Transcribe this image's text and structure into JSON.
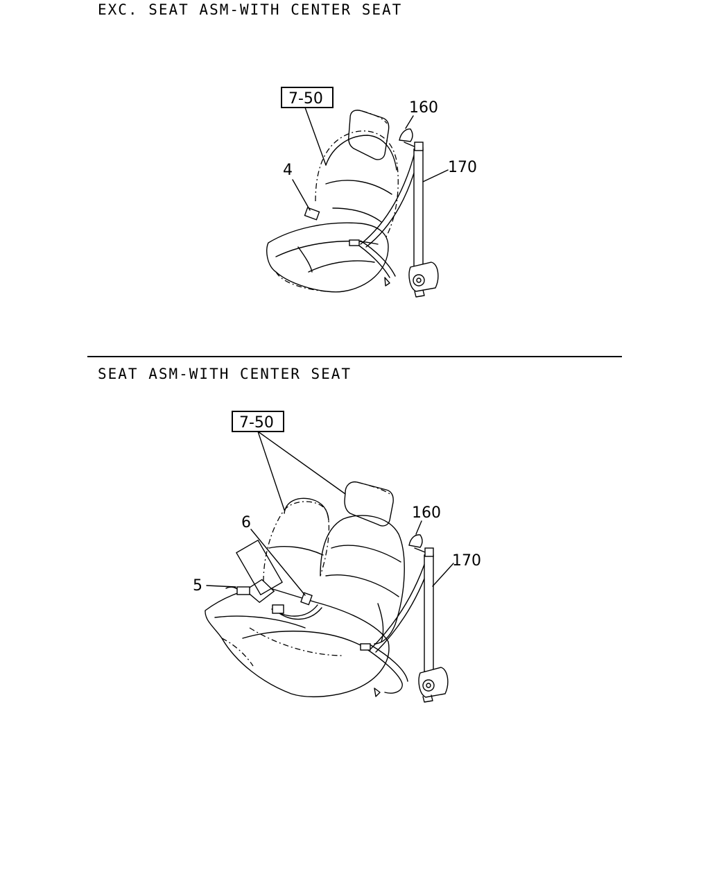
{
  "diagrams": [
    {
      "title": "EXC. SEAT ASM-WITH CENTER SEAT",
      "labels": {
        "ref": "7-50",
        "p160": "160",
        "p170": "170",
        "p4": "4"
      }
    },
    {
      "title": "SEAT ASM-WITH CENTER SEAT",
      "labels": {
        "ref": "7-50",
        "p160": "160",
        "p170": "170",
        "p6": "6",
        "p5": "5"
      }
    }
  ]
}
